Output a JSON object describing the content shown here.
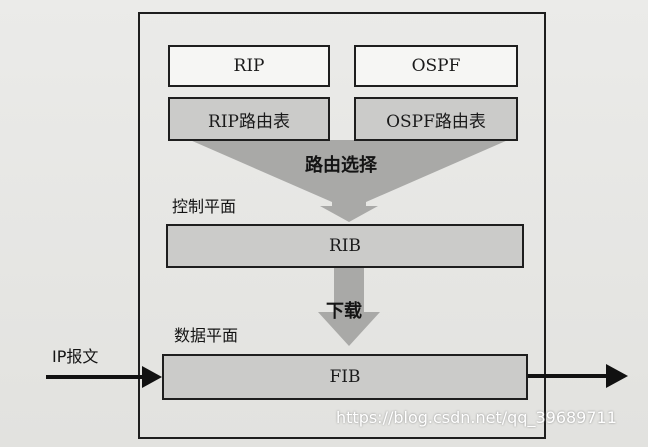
{
  "boxes": {
    "rip": "RIP",
    "ospf": "OSPF",
    "rip_table": "RIP路由表",
    "ospf_table": "OSPF路由表",
    "rib": "RIB",
    "fib": "FIB"
  },
  "labels": {
    "route_selection": "路由选择",
    "control_plane": "控制平面",
    "download": "下载",
    "data_plane": "数据平面",
    "ip_packet": "IP报文"
  },
  "watermark": "https://blog.csdn.net/qq_39689711"
}
